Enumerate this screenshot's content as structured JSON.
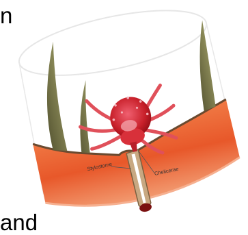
{
  "text_fragments": {
    "top": "n",
    "bottom": "and"
  },
  "figure": {
    "labels": {
      "stylostome": "Stylostome",
      "chelicerae": "Chelicerae"
    },
    "colors": {
      "skin": "#e8582a",
      "skin_light": "#f6a07a",
      "hair": "#7b7a4a",
      "mite": "#c8202a",
      "mite_light": "#f0707a",
      "tube": "#c8a882",
      "blood": "#7a1010"
    }
  }
}
